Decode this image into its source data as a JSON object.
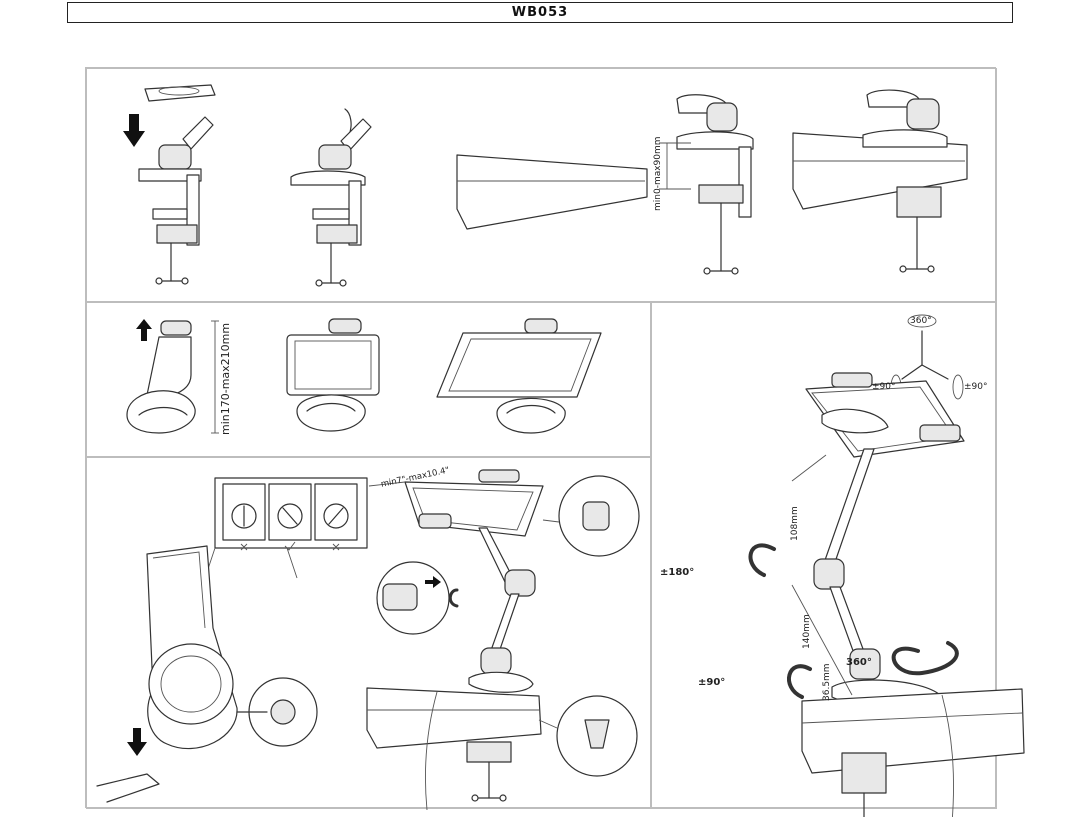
{
  "document": {
    "model_code": "WB053"
  },
  "labels": {
    "clamp_range": "min0-max90mm",
    "holder_range": "min170-max210mm",
    "tablet_size": "min7\"-max10.4\"",
    "tilt_top": "360°",
    "tilt_left": "±90°",
    "tilt_right": "±90°",
    "arm_upper": "108mm",
    "arm_lower": "140mm",
    "base_height": "36.5mm",
    "rotate_elbow": "±180°",
    "rotate_base": "±90°",
    "rotate_swivel": "360°"
  },
  "icons": [
    "down-arrow-icon",
    "up-arrow-icon",
    "right-arrow-icon",
    "rotate-arrow-icon",
    "check-mark-icon",
    "cross-mark-icon"
  ]
}
